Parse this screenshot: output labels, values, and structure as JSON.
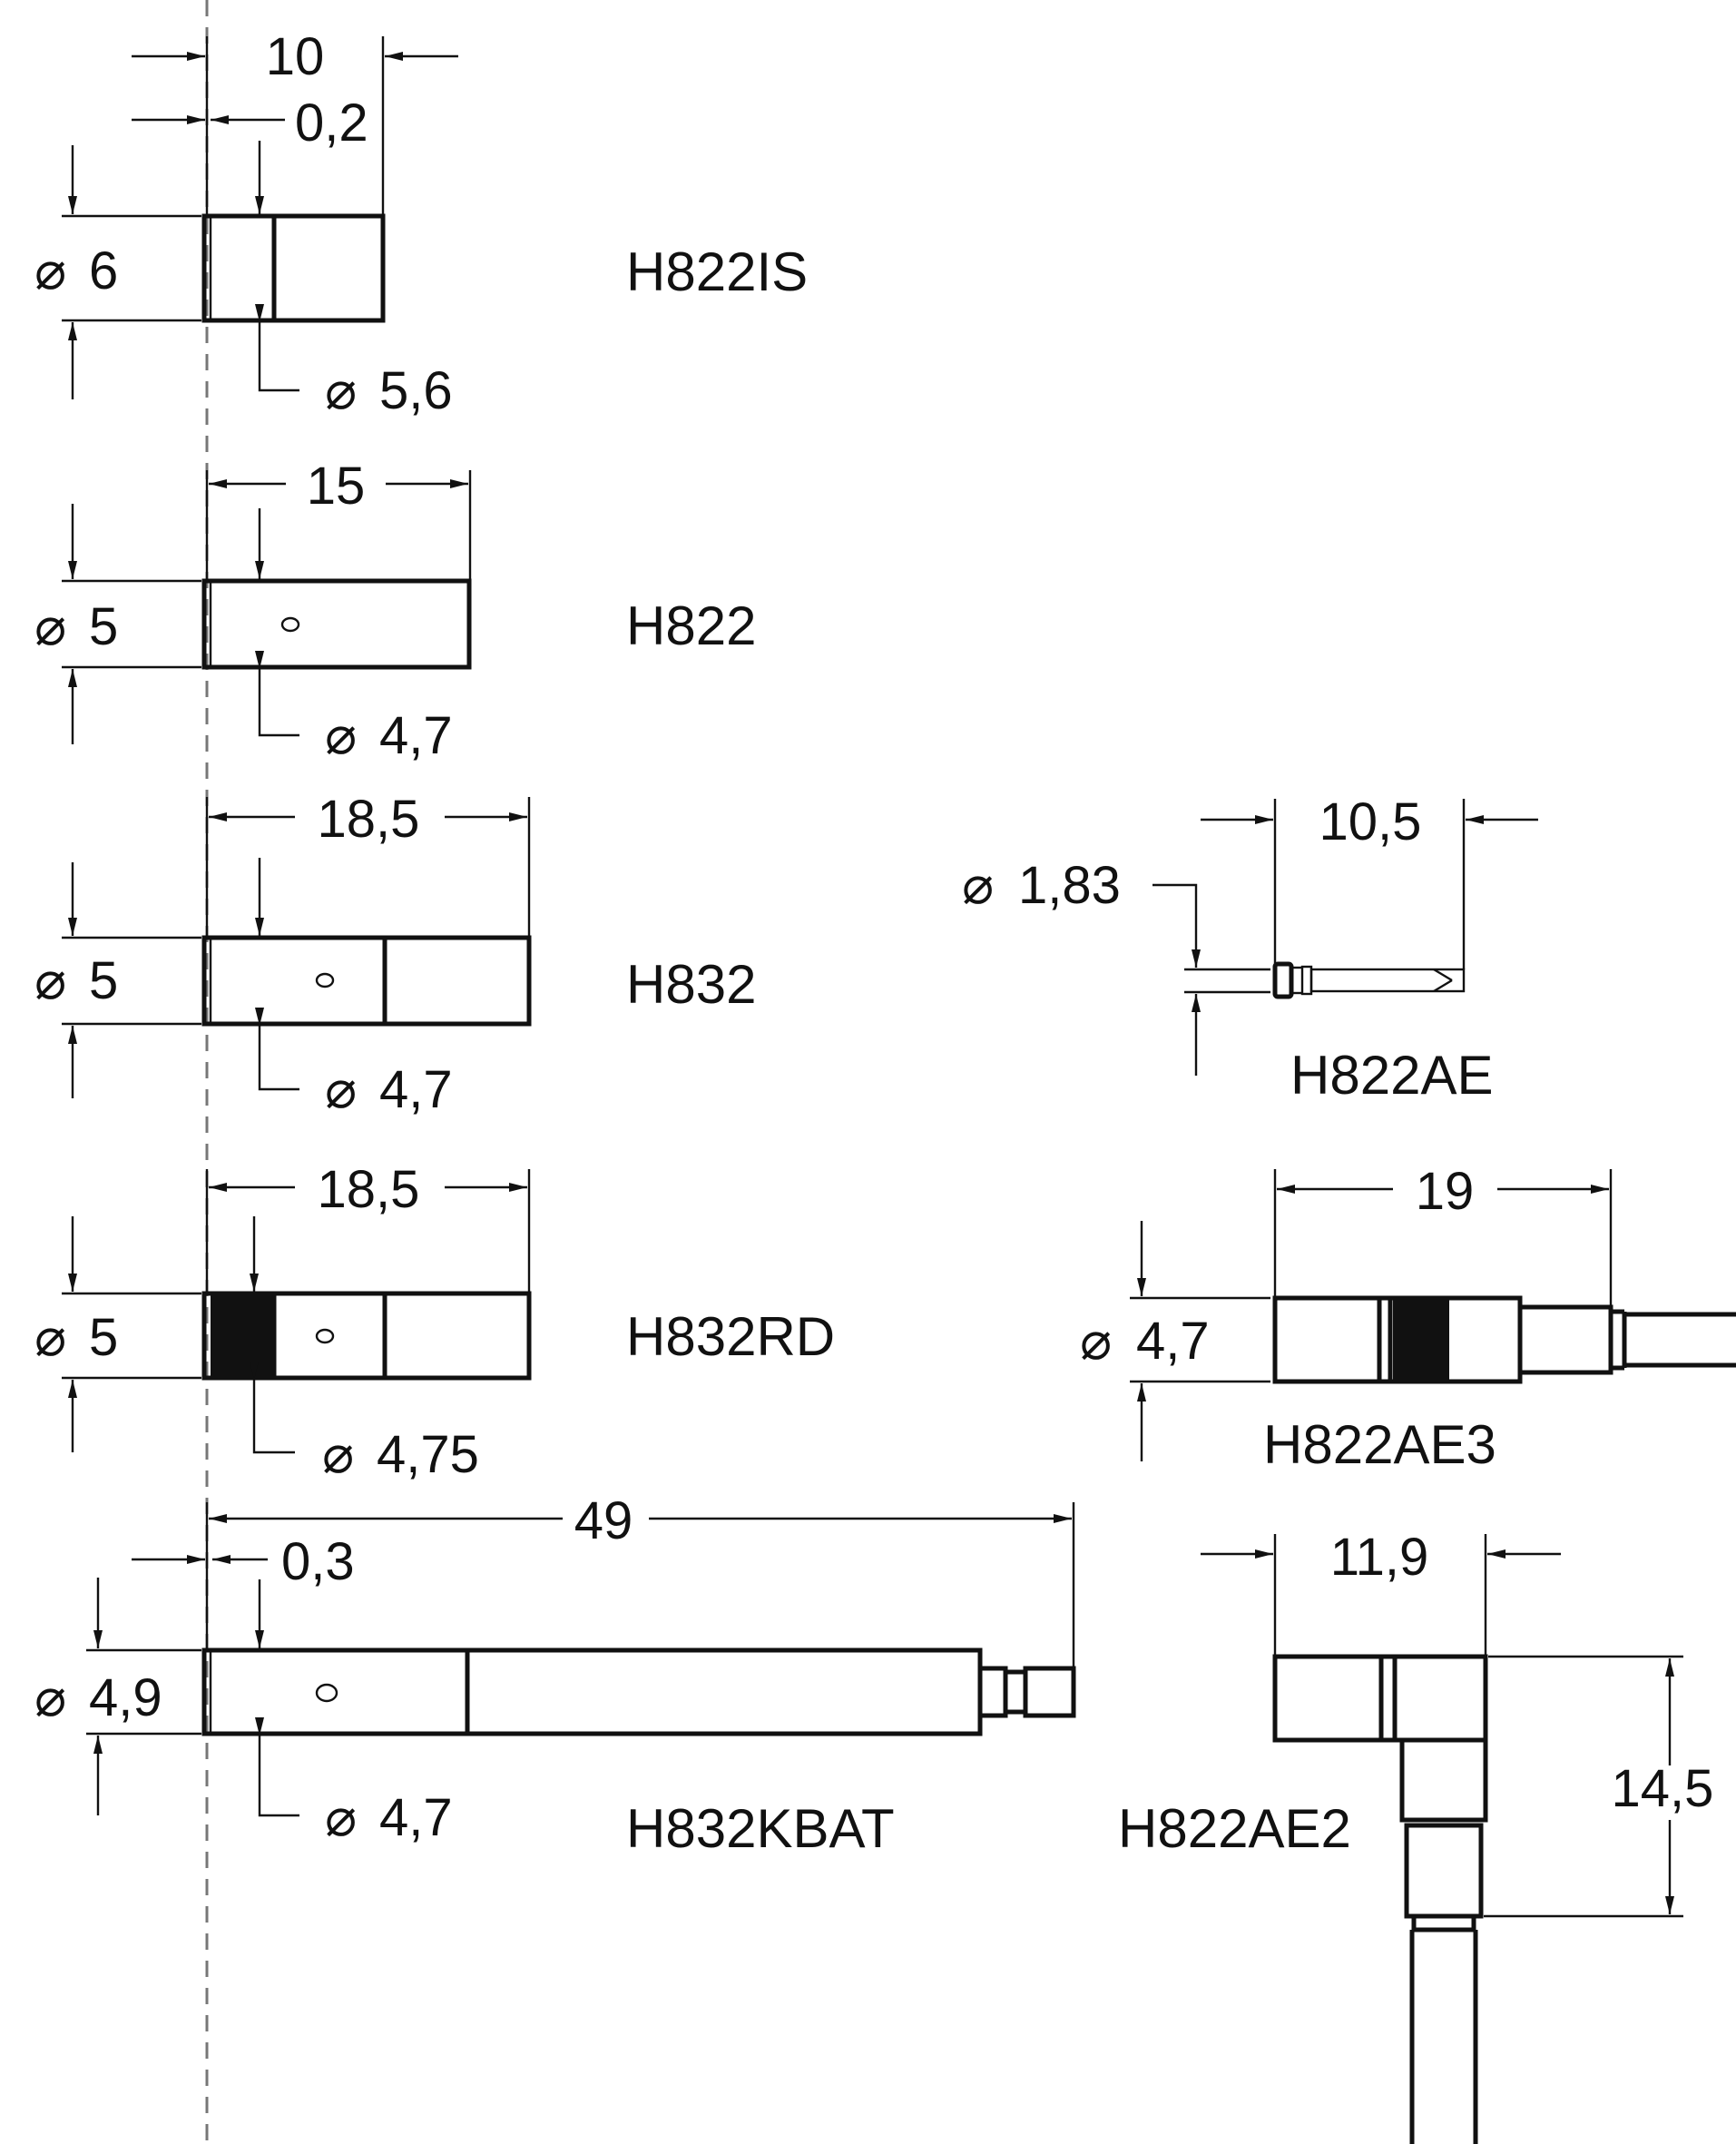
{
  "units_note": "",
  "parts": [
    {
      "id": "H822IS",
      "label": "H822IS",
      "dims": {
        "length": "10",
        "offset": "0,2",
        "outer": "6",
        "inner": "5,6"
      }
    },
    {
      "id": "H822",
      "label": "H822",
      "dims": {
        "length": "15",
        "outer": "5",
        "inner": "4,7"
      }
    },
    {
      "id": "H832",
      "label": "H832",
      "dims": {
        "length": "18,5",
        "outer": "5",
        "inner": "4,7"
      }
    },
    {
      "id": "H832RD",
      "label": "H832RD",
      "dims": {
        "length": "18,5",
        "outer": "5",
        "inner": "4,75"
      }
    },
    {
      "id": "H832KBAT",
      "label": "H832KBAT",
      "dims": {
        "length": "49",
        "offset": "0,3",
        "outer": "4,9",
        "inner": "4,7"
      }
    },
    {
      "id": "H822AE",
      "label": "H822AE",
      "dims": {
        "length": "10,5",
        "outer": "1,83"
      }
    },
    {
      "id": "H822AE3",
      "label": "H822AE3",
      "dims": {
        "length": "19",
        "outer": "4,7"
      }
    },
    {
      "id": "H822AE2",
      "label": "H822AE2",
      "dims": {
        "length": "11,9",
        "height": "14,5"
      }
    }
  ],
  "symbols": {
    "diameter": "⌀"
  },
  "colors": {
    "ink": "#111111",
    "background": "#ffffff",
    "centerline": "#777777"
  }
}
